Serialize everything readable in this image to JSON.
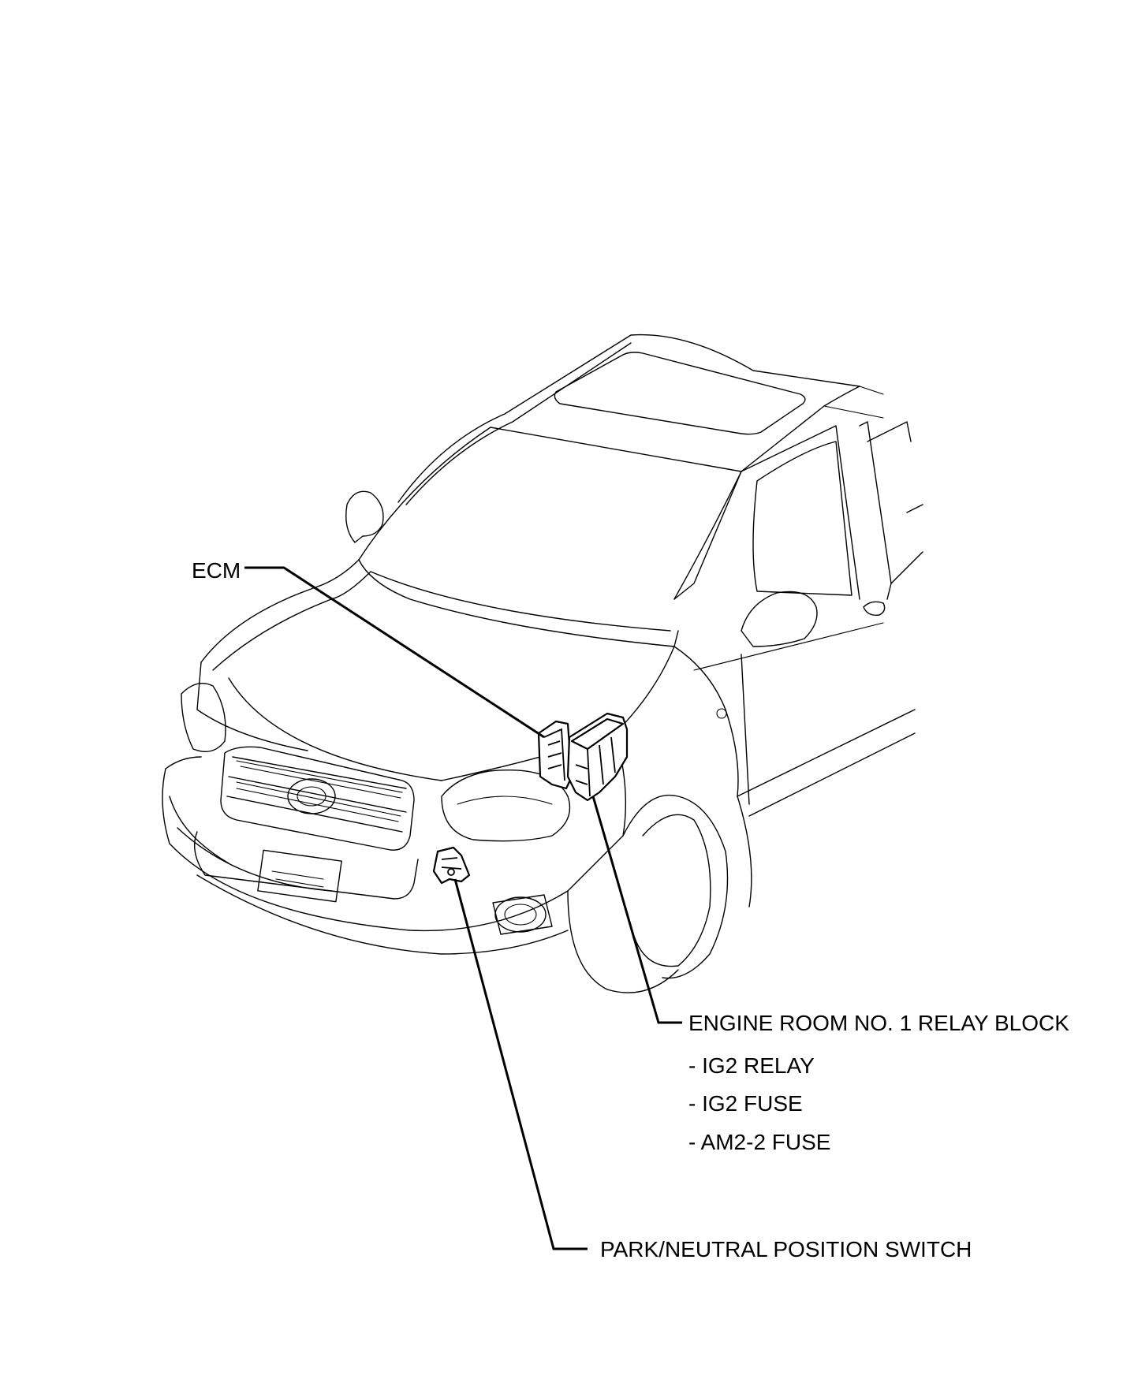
{
  "labels": {
    "ecm": "ECM",
    "relay_block": "ENGINE ROOM NO. 1 RELAY BLOCK",
    "relay_block_items": [
      "- IG2 RELAY",
      "- IG2 FUSE",
      "- AM2-2 FUSE"
    ],
    "pnp_switch": "PARK/NEUTRAL POSITION SWITCH"
  },
  "colors": {
    "line": "#000000",
    "background": "#ffffff"
  }
}
